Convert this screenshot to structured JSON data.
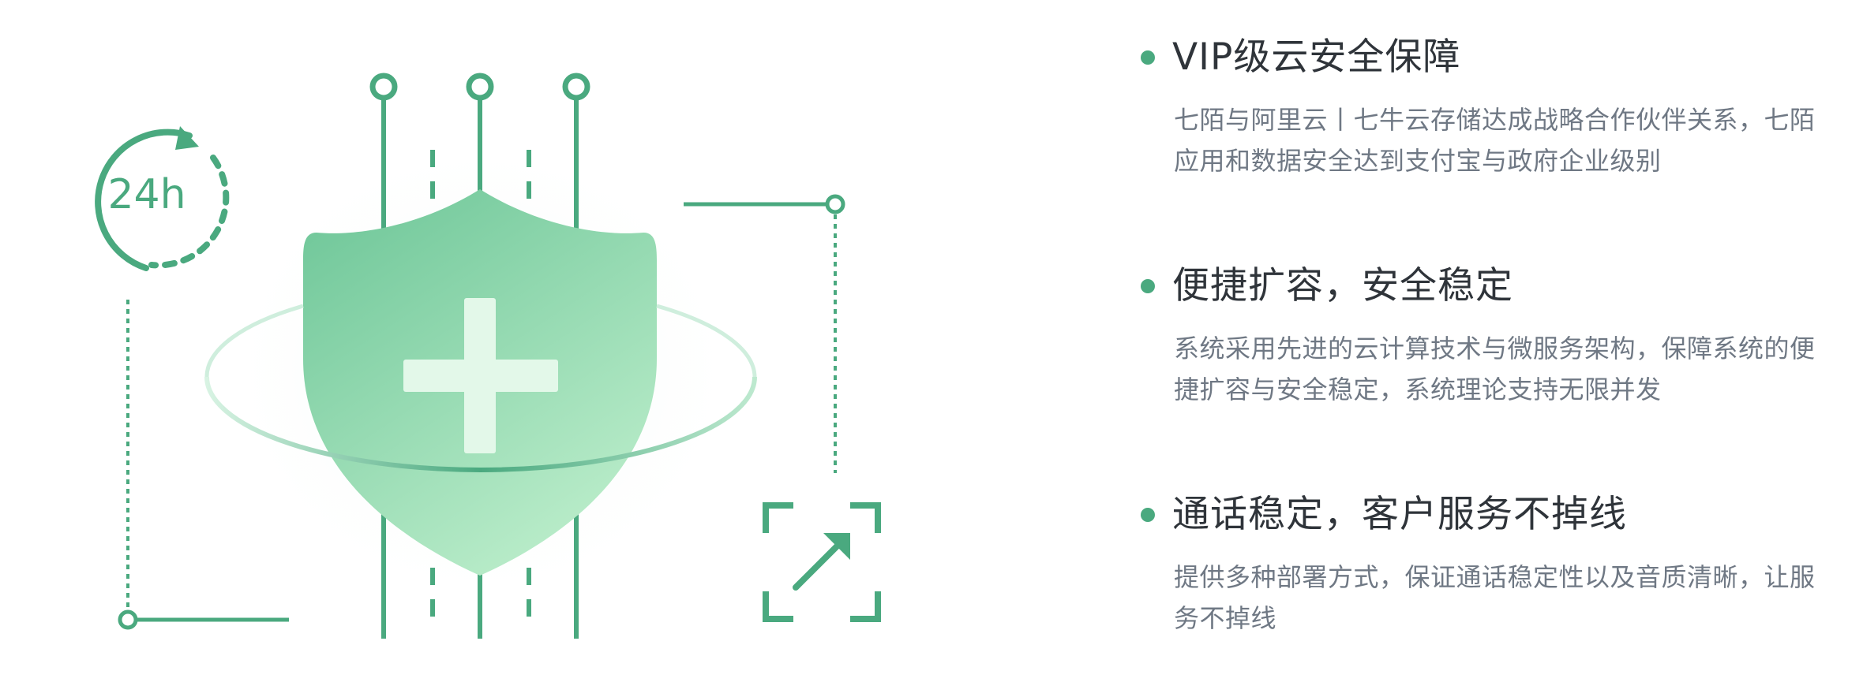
{
  "illustration": {
    "badge_text": "24h",
    "icons": [
      "clock-cycle-icon",
      "shield-plus-icon",
      "expand-arrow-icon"
    ]
  },
  "colors": {
    "accent": "#4aa97f",
    "shield_top": "#6cc597",
    "shield_bottom": "#b9ecc9",
    "title": "#2f343a",
    "description": "#6f7884"
  },
  "features": [
    {
      "title": "VIP级云安全保障",
      "description": "七陌与阿里云丨七牛云存储达成战略合作伙伴关系，七陌应用和数据安全达到支付宝与政府企业级别"
    },
    {
      "title": "便捷扩容，安全稳定",
      "description": "系统采用先进的云计算技术与微服务架构，保障系统的便捷扩容与安全稳定，系统理论支持无限并发"
    },
    {
      "title": "通话稳定，客户服务不掉线",
      "description": "提供多种部署方式，保证通话稳定性以及音质清晰，让服务不掉线"
    }
  ]
}
